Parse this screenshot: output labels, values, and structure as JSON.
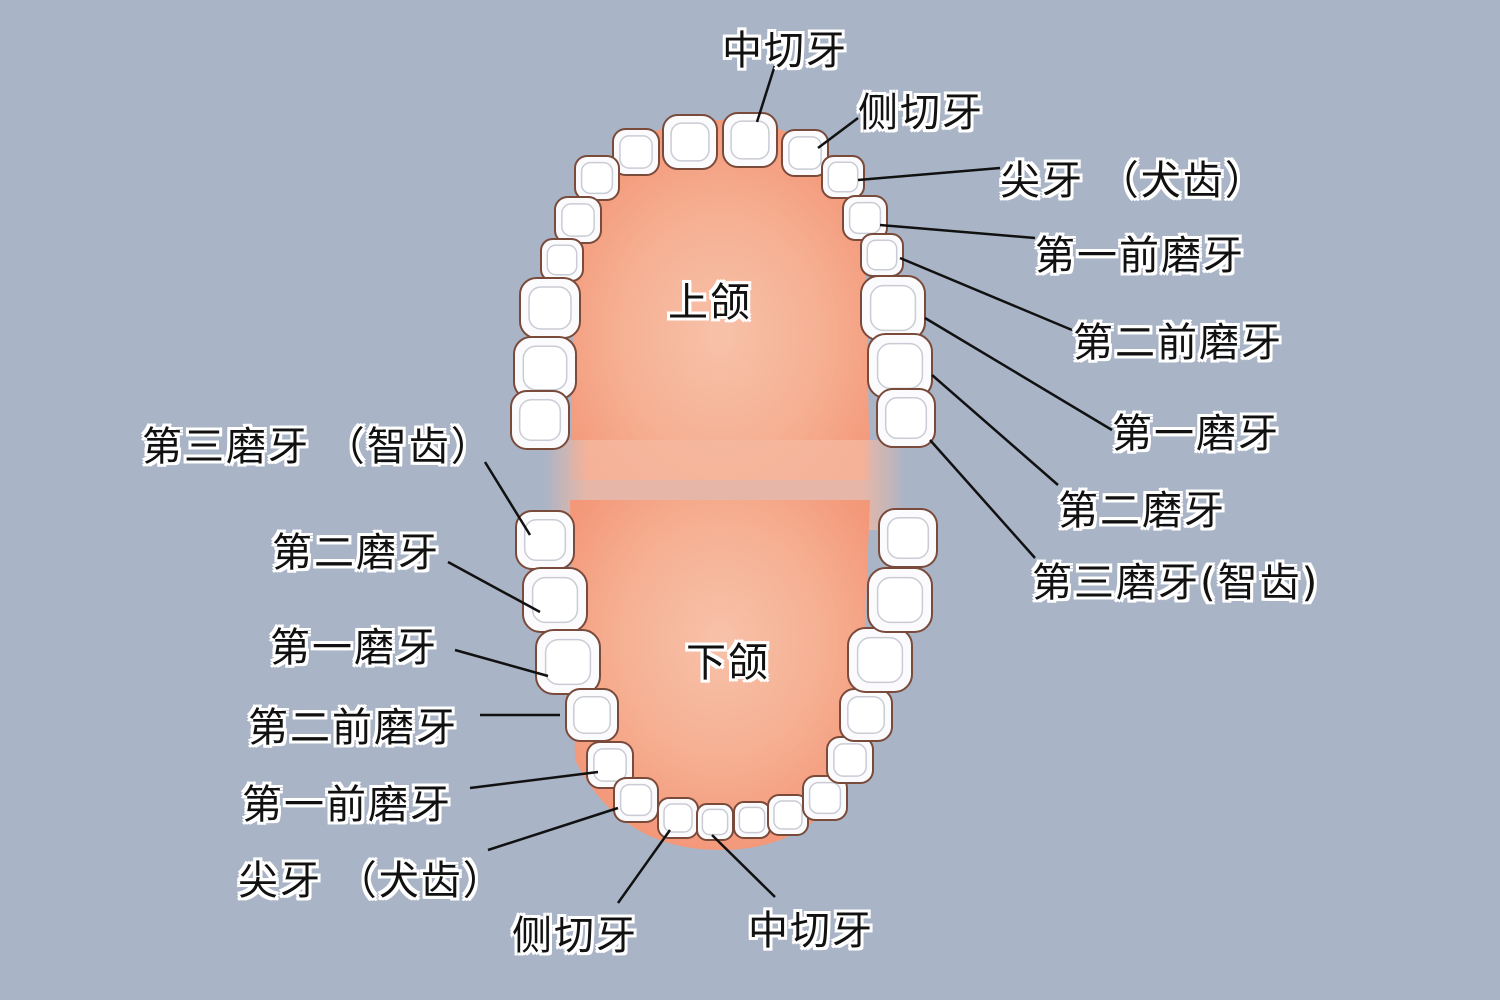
{
  "upper_jaw_label": "上颌",
  "lower_jaw_label": "下颌",
  "upper_labels": {
    "central_incisor": "中切牙",
    "lateral_incisor": "侧切牙",
    "canine": "尖牙 （犬齿）",
    "first_premolar": "第一前磨牙",
    "second_premolar": "第二前磨牙",
    "first_molar": "第一磨牙",
    "second_molar": "第二磨牙",
    "third_molar": "第三磨牙(智齿)",
    "third_molar_left": "第三磨牙 （智齿）"
  },
  "lower_labels": {
    "second_molar": "第二磨牙",
    "first_molar": "第一磨牙",
    "second_premolar": "第二前磨牙",
    "first_premolar": "第一前磨牙",
    "canine": "尖牙 （犬齿）",
    "lateral_incisor": "侧切牙",
    "central_incisor": "中切牙"
  }
}
